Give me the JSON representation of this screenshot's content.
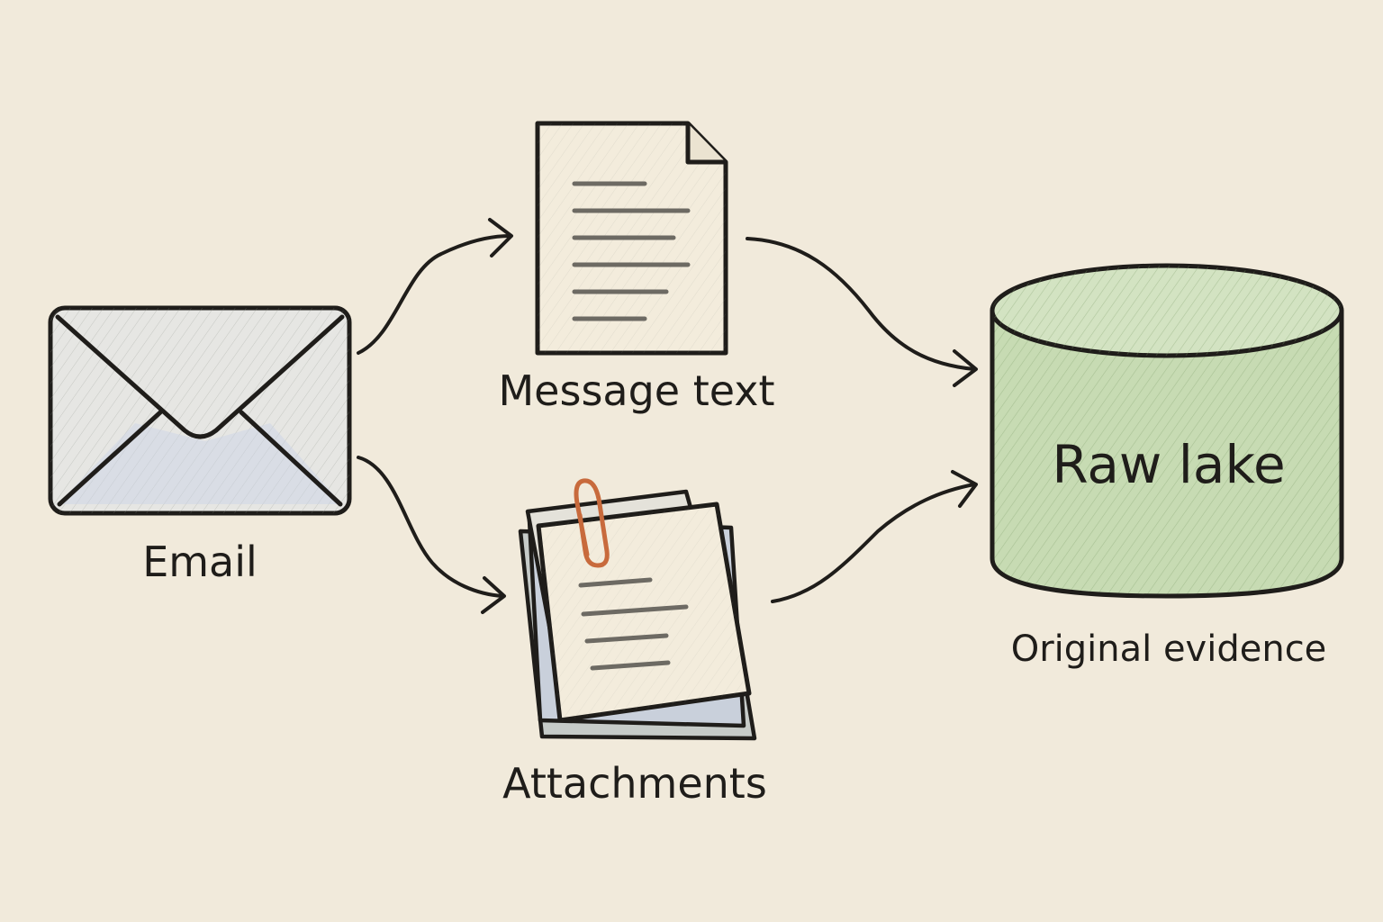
{
  "nodes": {
    "email": {
      "label": "Email",
      "icon": "envelope-icon"
    },
    "message_text": {
      "label": "Message text",
      "icon": "document-icon"
    },
    "attachments": {
      "label": "Attachments",
      "icon": "paperclip-documents-icon"
    },
    "raw_lake": {
      "label": "Raw lake",
      "caption": "Original evidence",
      "icon": "database-cylinder-icon"
    }
  },
  "edges": [
    {
      "from": "email",
      "to": "message_text"
    },
    {
      "from": "email",
      "to": "attachments"
    },
    {
      "from": "message_text",
      "to": "raw_lake"
    },
    {
      "from": "attachments",
      "to": "raw_lake"
    }
  ],
  "colors": {
    "background": "#f1eadb",
    "ink": "#1f1d1a",
    "paper": "#f3ecdc",
    "envelope_fill": "#e6e6e3",
    "envelope_shade": "#c9d3e6",
    "lake_fill": "#c7dbb3",
    "paperclip": "#c86a3c"
  }
}
